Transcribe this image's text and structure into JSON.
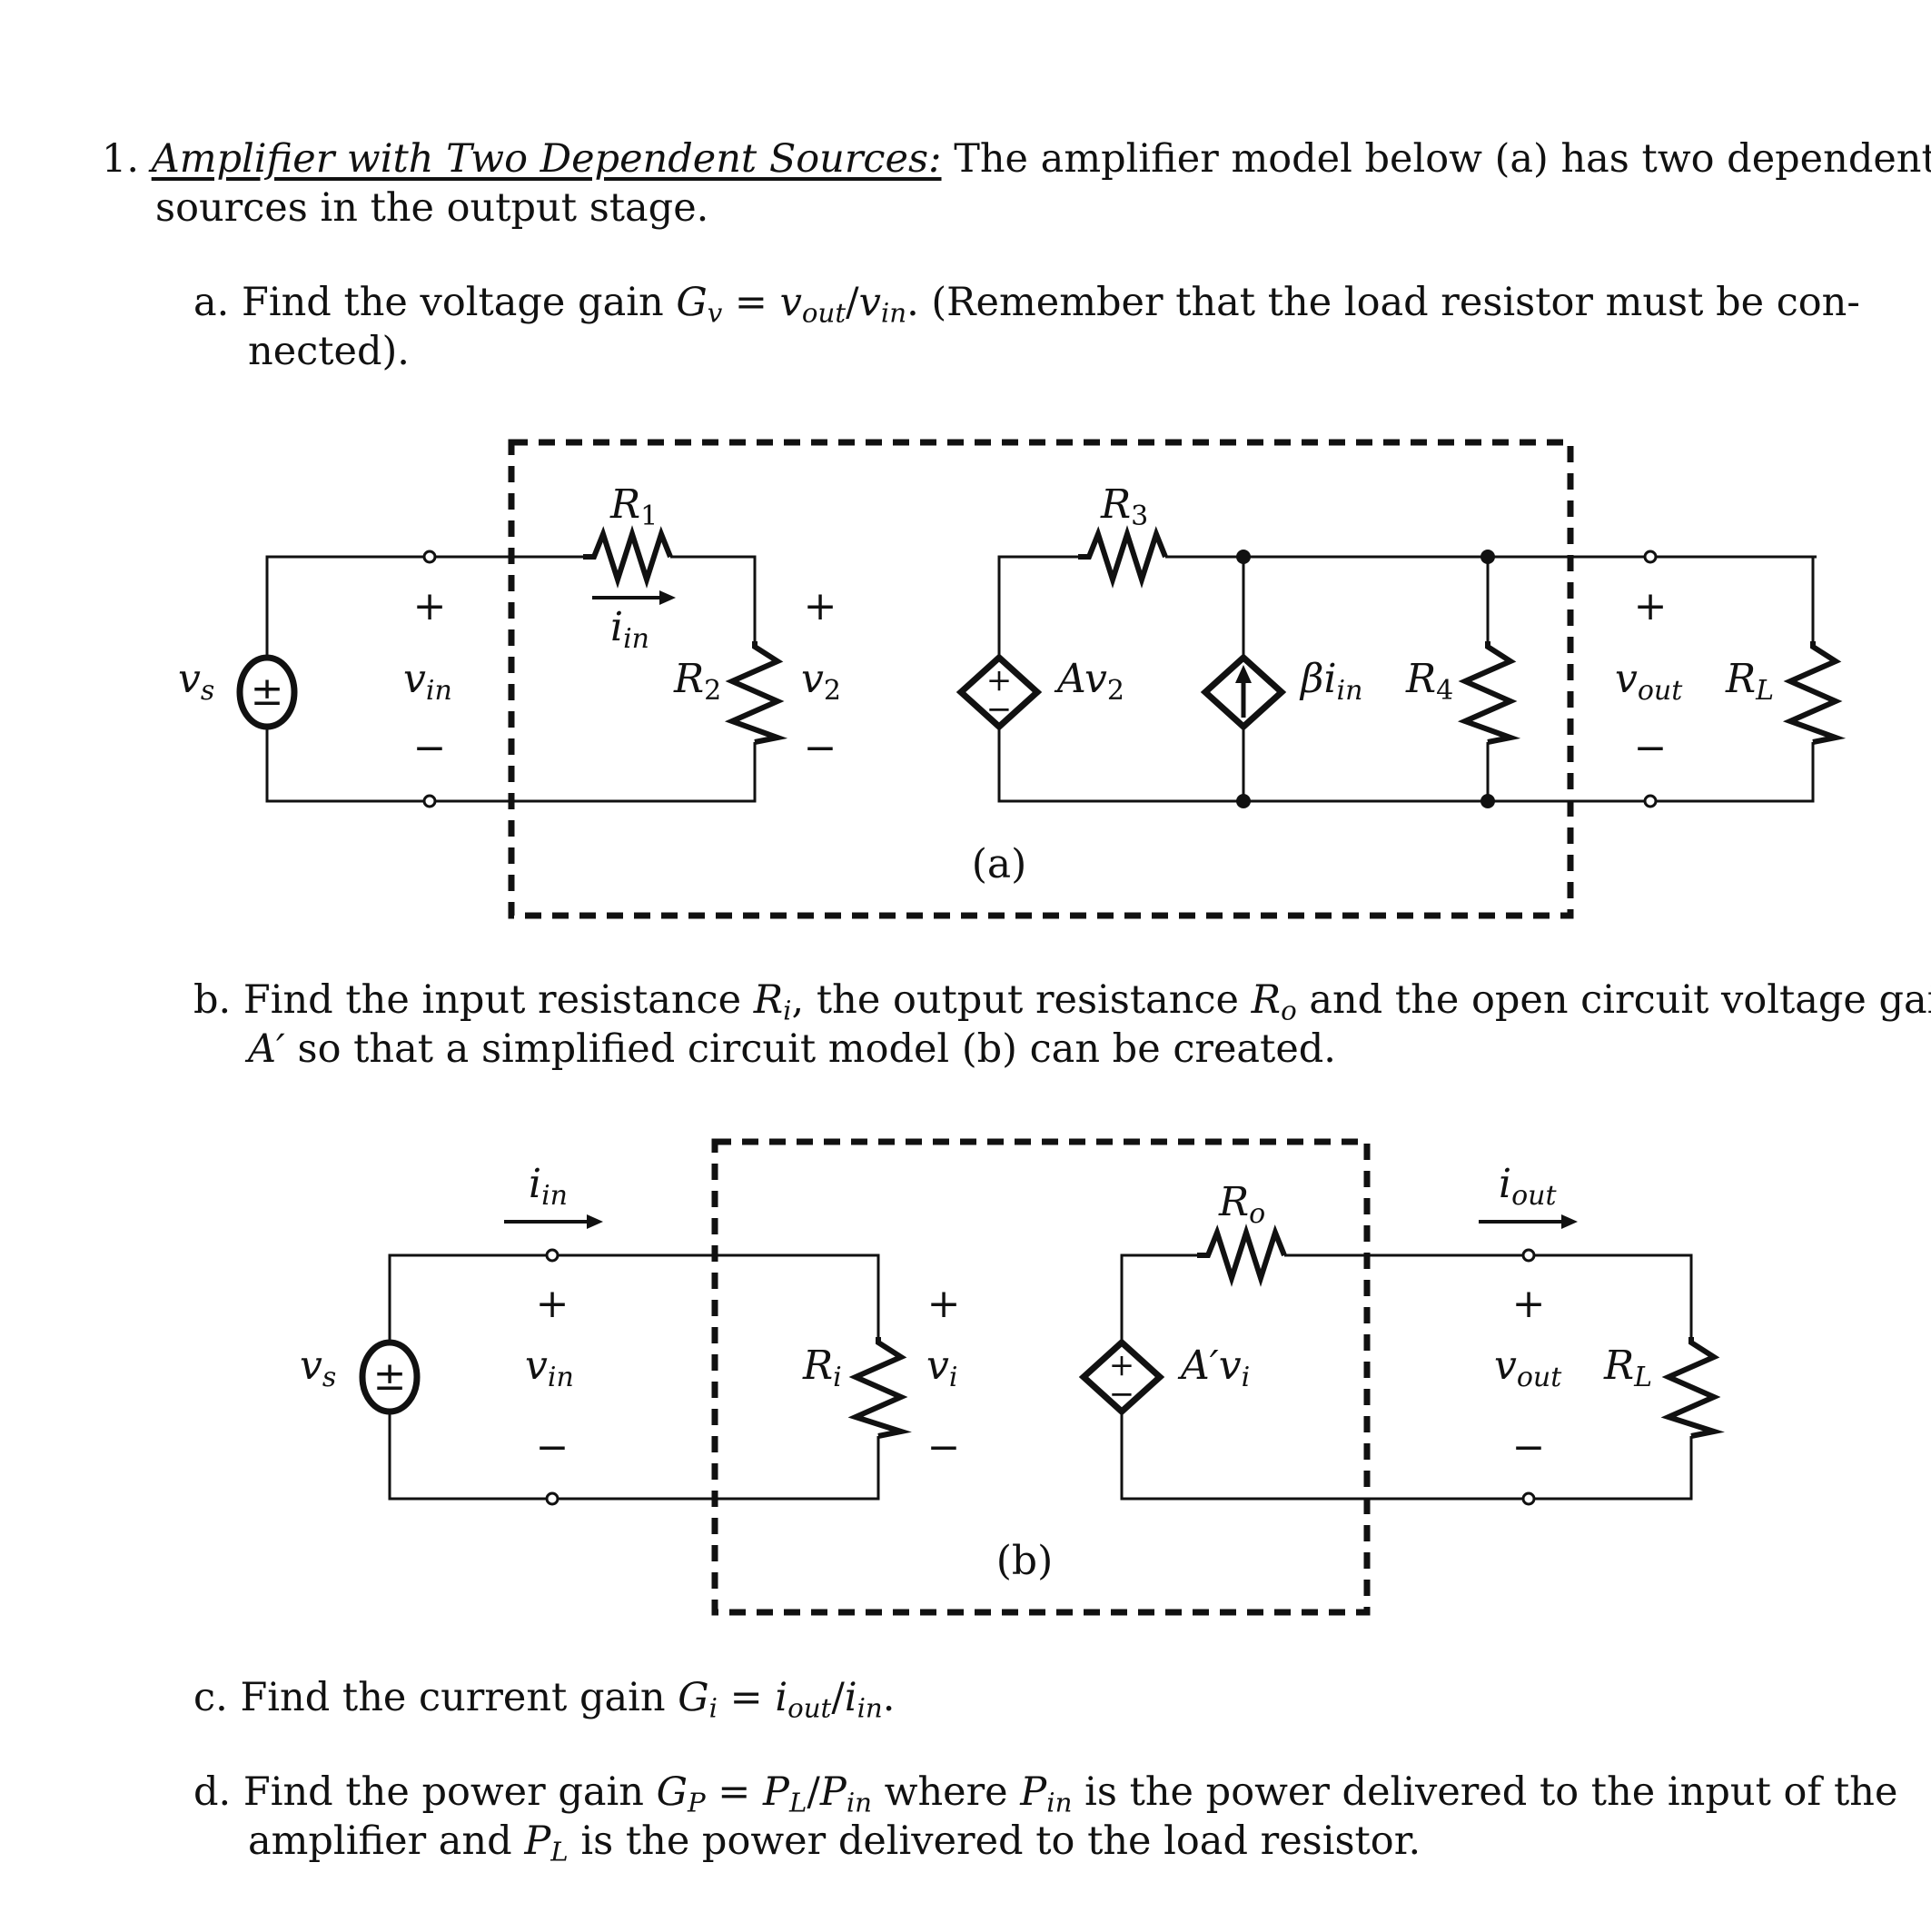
{
  "problem": {
    "number": "1.",
    "title": "Amplifier with Two Dependent Sources:",
    "intro_line1": "The amplifier model below (a) has two dependent",
    "intro_line2": "sources in the output stage."
  },
  "parts": {
    "a": {
      "label": "a.",
      "line1_pre": "Find the voltage gain ",
      "G": "G",
      "G_sub": "v",
      "eq": " = ",
      "num": "v",
      "num_sub": "out",
      "slash": "/",
      "den": "v",
      "den_sub": "in",
      "line1_post": ".  (Remember that the load resistor must be con-",
      "line2": "nected)."
    },
    "b": {
      "label": "b.",
      "line1_pre": "Find the input resistance ",
      "Ri": "R",
      "Ri_sub": "i",
      "mid": ", the output resistance ",
      "Ro": "R",
      "Ro_sub": "o",
      "line1_post": " and the open circuit voltage gain",
      "A": "A′",
      "line2": " so that a simplified circuit model (b) can be created."
    },
    "c": {
      "label": "c.",
      "pre": "Find the current gain ",
      "G": "G",
      "G_sub": "i",
      "eq": " = ",
      "num": "i",
      "num_sub": "out",
      "slash": "/",
      "den": "i",
      "den_sub": "in",
      "post": "."
    },
    "d": {
      "label": "d.",
      "pre": "Find the power gain ",
      "G": "G",
      "G_sub": "P",
      "eq": " = ",
      "num": "P",
      "num_sub": "L",
      "slash": "/",
      "den": "P",
      "den_sub": "in",
      "mid": " where ",
      "Pin": "P",
      "Pin_sub": "in",
      "line1_post": " is the power delivered to the input of the",
      "line2_pre": "amplifier and ",
      "PL": "P",
      "PL_sub": "L",
      "line2_post": " is the power delivered to the load resistor."
    }
  },
  "circuit_a": {
    "caption": "(a)",
    "vs": {
      "base": "v",
      "sub": "s"
    },
    "vin": {
      "base": "v",
      "sub": "in"
    },
    "R1": {
      "base": "R",
      "sub": "1"
    },
    "iin": {
      "base": "i",
      "sub": "in"
    },
    "R2": {
      "base": "R",
      "sub": "2"
    },
    "v2": {
      "base": "v",
      "sub": "2"
    },
    "R3": {
      "base": "R",
      "sub": "3"
    },
    "dep_v": {
      "base": "Av",
      "sub": "2"
    },
    "dep_i": {
      "base": "βi",
      "sub": "in"
    },
    "R4": {
      "base": "R",
      "sub": "4"
    },
    "vout": {
      "base": "v",
      "sub": "out"
    },
    "RL": {
      "base": "R",
      "sub": "L"
    },
    "plus": "+",
    "minus": "−",
    "pm": "±"
  },
  "circuit_b": {
    "caption": "(b)",
    "vs": {
      "base": "v",
      "sub": "s"
    },
    "iin": {
      "base": "i",
      "sub": "in"
    },
    "vin": {
      "base": "v",
      "sub": "in"
    },
    "Ri": {
      "base": "R",
      "sub": "i"
    },
    "vi": {
      "base": "v",
      "sub": "i"
    },
    "Ro": {
      "base": "R",
      "sub": "o"
    },
    "dep_v": {
      "base": "A′v",
      "sub": "i"
    },
    "iout": {
      "base": "i",
      "sub": "out"
    },
    "vout": {
      "base": "v",
      "sub": "out"
    },
    "RL": {
      "base": "R",
      "sub": "L"
    },
    "plus": "+",
    "minus": "−",
    "pm": "±"
  }
}
